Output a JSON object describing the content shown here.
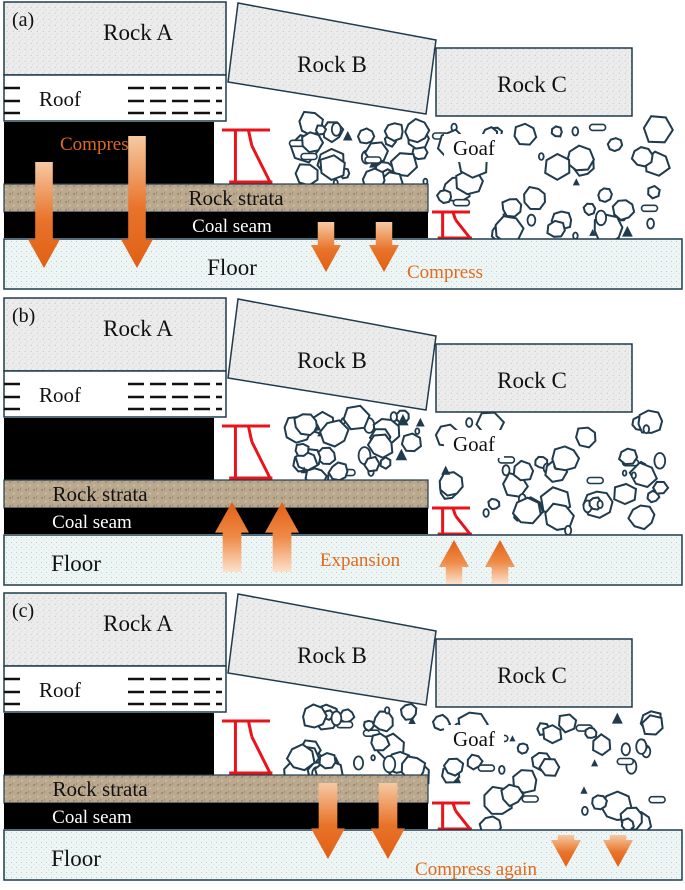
{
  "panels": [
    {
      "id": "a",
      "panel_label": "(a)",
      "rock_a": "Rock A",
      "rock_b": "Rock B",
      "rock_c": "Rock C",
      "roof": "Roof",
      "goaf": "Goaf",
      "rock_strata": "Rock strata",
      "coal_seam": "Coal seam",
      "floor": "Floor",
      "annotation_1": "Compress",
      "annotation_2": "Compress",
      "arrow_direction": "down"
    },
    {
      "id": "b",
      "panel_label": "(b)",
      "rock_a": "Rock A",
      "rock_b": "Rock B",
      "rock_c": "Rock C",
      "roof": "Roof",
      "goaf": "Goaf",
      "rock_strata": "Rock strata",
      "coal_seam": "Coal seam",
      "floor": "Floor",
      "annotation_1": "",
      "annotation_2": "Expansion",
      "arrow_direction": "up"
    },
    {
      "id": "c",
      "panel_label": "(c)",
      "rock_a": "Rock A",
      "rock_b": "Rock B",
      "rock_c": "Rock C",
      "roof": "Roof",
      "goaf": "Goaf",
      "rock_strata": "Rock strata",
      "coal_seam": "Coal seam",
      "floor": "Floor",
      "annotation_1": "",
      "annotation_2": "Compress again",
      "arrow_direction": "down"
    }
  ],
  "colors": {
    "rock_fill": "#ececec",
    "outline": "#1f3b4d",
    "coal": "#000000",
    "strata": "#b8a890",
    "floor_fill": "#eef6f5",
    "support": "#e8141c",
    "arrow": "#e8732a",
    "annotation_text": "#e06a1e"
  }
}
